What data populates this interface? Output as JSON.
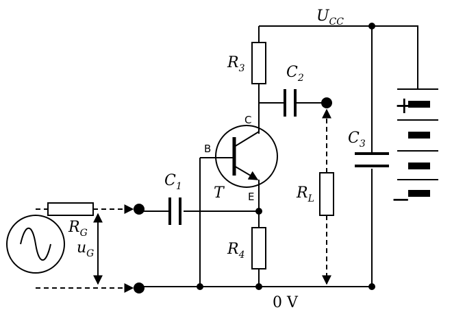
{
  "labels": {
    "supply": {
      "main": "U",
      "sub": "CC"
    },
    "ground": "0 V",
    "r3": {
      "main": "R",
      "sub": "3"
    },
    "r4": {
      "main": "R",
      "sub": "4"
    },
    "rl": {
      "main": "R",
      "sub": "L"
    },
    "rg": {
      "main": "R",
      "sub": "G"
    },
    "c1": {
      "main": "C",
      "sub": "1"
    },
    "c2": {
      "main": "C",
      "sub": "2"
    },
    "c3": {
      "main": "C",
      "sub": "3"
    },
    "ug": {
      "main": "u",
      "sub": "G"
    },
    "transistor": "T",
    "collector": "C",
    "base": "B",
    "emitter": "E",
    "battery_plus": "+",
    "battery_minus": "−"
  }
}
